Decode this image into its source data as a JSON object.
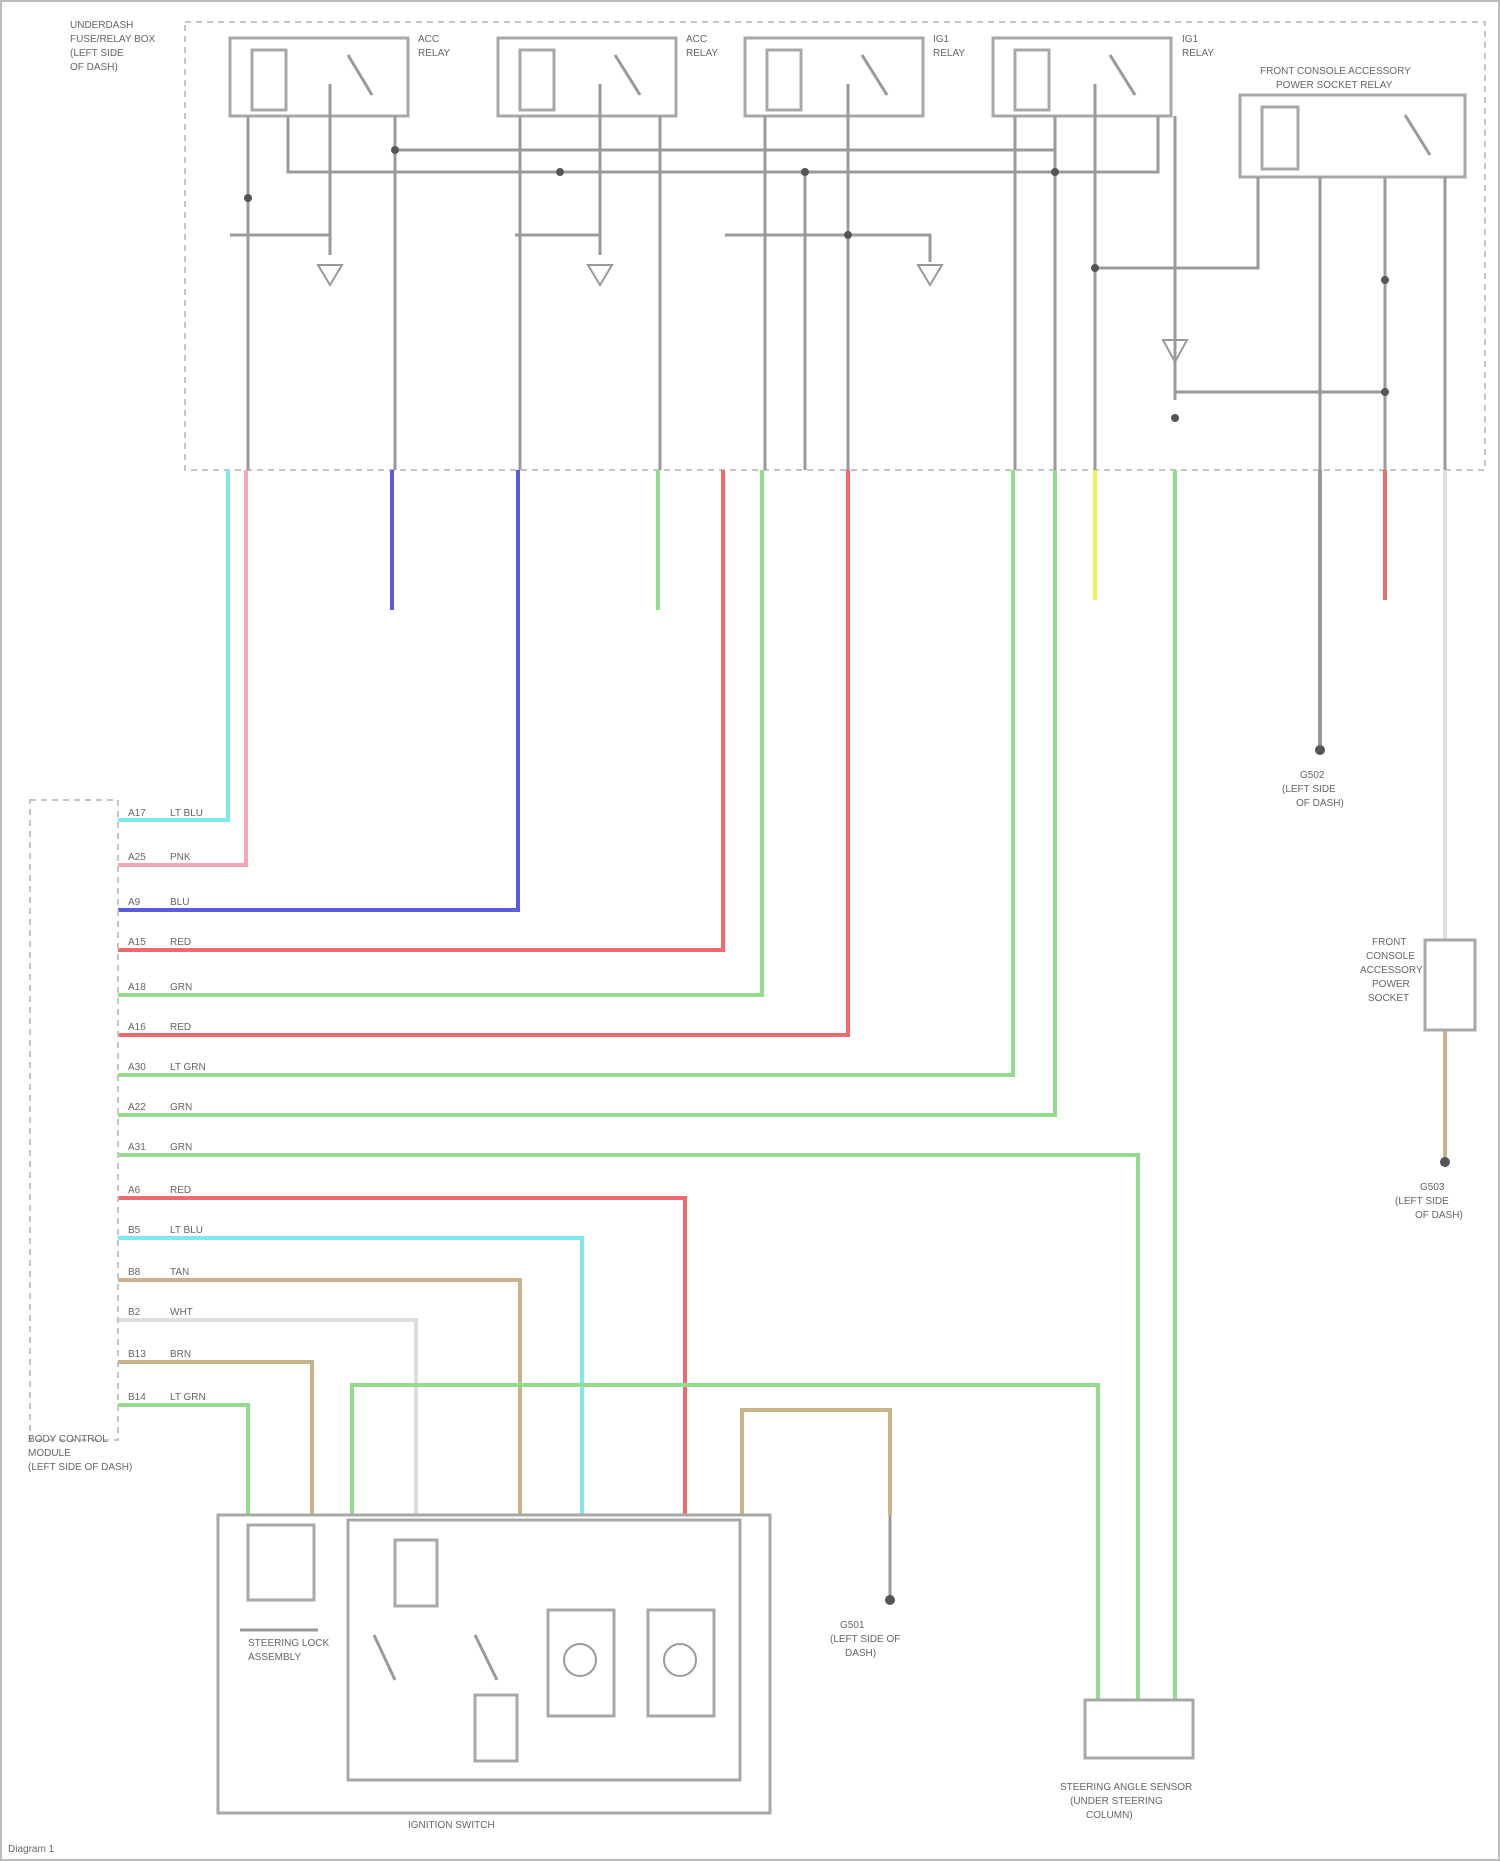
{
  "diagram": {
    "box_labels": {
      "underdash_fuse_box": [
        "UNDERDASH",
        "FUSE/RELAY BOX",
        "(LEFT SIDE",
        "OF DASH)"
      ],
      "relay_1": [
        "ACC",
        "RELAY"
      ],
      "relay_2": [
        "ACC",
        "RELAY"
      ],
      "relay_3": [
        "IG1",
        "RELAY"
      ],
      "relay_4": [
        "IG1",
        "RELAY"
      ],
      "front_console_relay": [
        "FRONT CONSOLE ACCESSORY",
        "POWER SOCKET RELAY"
      ],
      "body_control_module": [
        "BODY CONTROL",
        "MODULE",
        "(LEFT SIDE OF DASH)"
      ],
      "ignition_switch": "IGNITION SWITCH",
      "steering_lock": [
        "STEERING LOCK",
        "ASSEMBLY"
      ],
      "front_console_socket": [
        "FRONT",
        "CONSOLE",
        "ACCESSORY",
        "POWER",
        "SOCKET"
      ],
      "steering_angle_sensor": [
        "STEERING ANGLE SENSOR",
        "(UNDER STEERING",
        "COLUMN)"
      ]
    },
    "grounds": {
      "g1": [
        "G501",
        "(LEFT SIDE OF",
        "DASH)"
      ],
      "g2": [
        "G502",
        "(LEFT SIDE",
        "OF DASH)"
      ],
      "g3": [
        "G503",
        "(LEFT SIDE",
        "OF DASH)"
      ]
    },
    "bcm_pins": [
      {
        "pin": "A17",
        "wire": "LT BLU"
      },
      {
        "pin": "A25",
        "wire": "PNK"
      },
      {
        "pin": "A9",
        "wire": "BLU"
      },
      {
        "pin": "A15",
        "wire": "RED"
      },
      {
        "pin": "A18",
        "wire": "GRN"
      },
      {
        "pin": "A16",
        "wire": "RED"
      },
      {
        "pin": "A30",
        "wire": "LT GRN"
      },
      {
        "pin": "A22",
        "wire": "GRN"
      },
      {
        "pin": "A31",
        "wire": "GRN"
      },
      {
        "pin": "A6",
        "wire": "RED"
      },
      {
        "pin": "B5",
        "wire": "LT BLU"
      },
      {
        "pin": "B8",
        "wire": "TAN"
      },
      {
        "pin": "B2",
        "wire": "WHT"
      },
      {
        "pin": "B13",
        "wire": "BRN"
      },
      {
        "pin": "B14",
        "wire": "LT GRN"
      }
    ],
    "colors": {
      "lt_blu": "#7fe8ef",
      "pnk": "#f2a9b5",
      "blu": "#5a5ce0",
      "red": "#ef6a6a",
      "grn": "#93dc8e",
      "yel": "#eeee55",
      "tan": "#c9b38b",
      "wht": "#dedede",
      "gray": "#9a9a9a"
    },
    "footer_text": "Diagram 1"
  }
}
